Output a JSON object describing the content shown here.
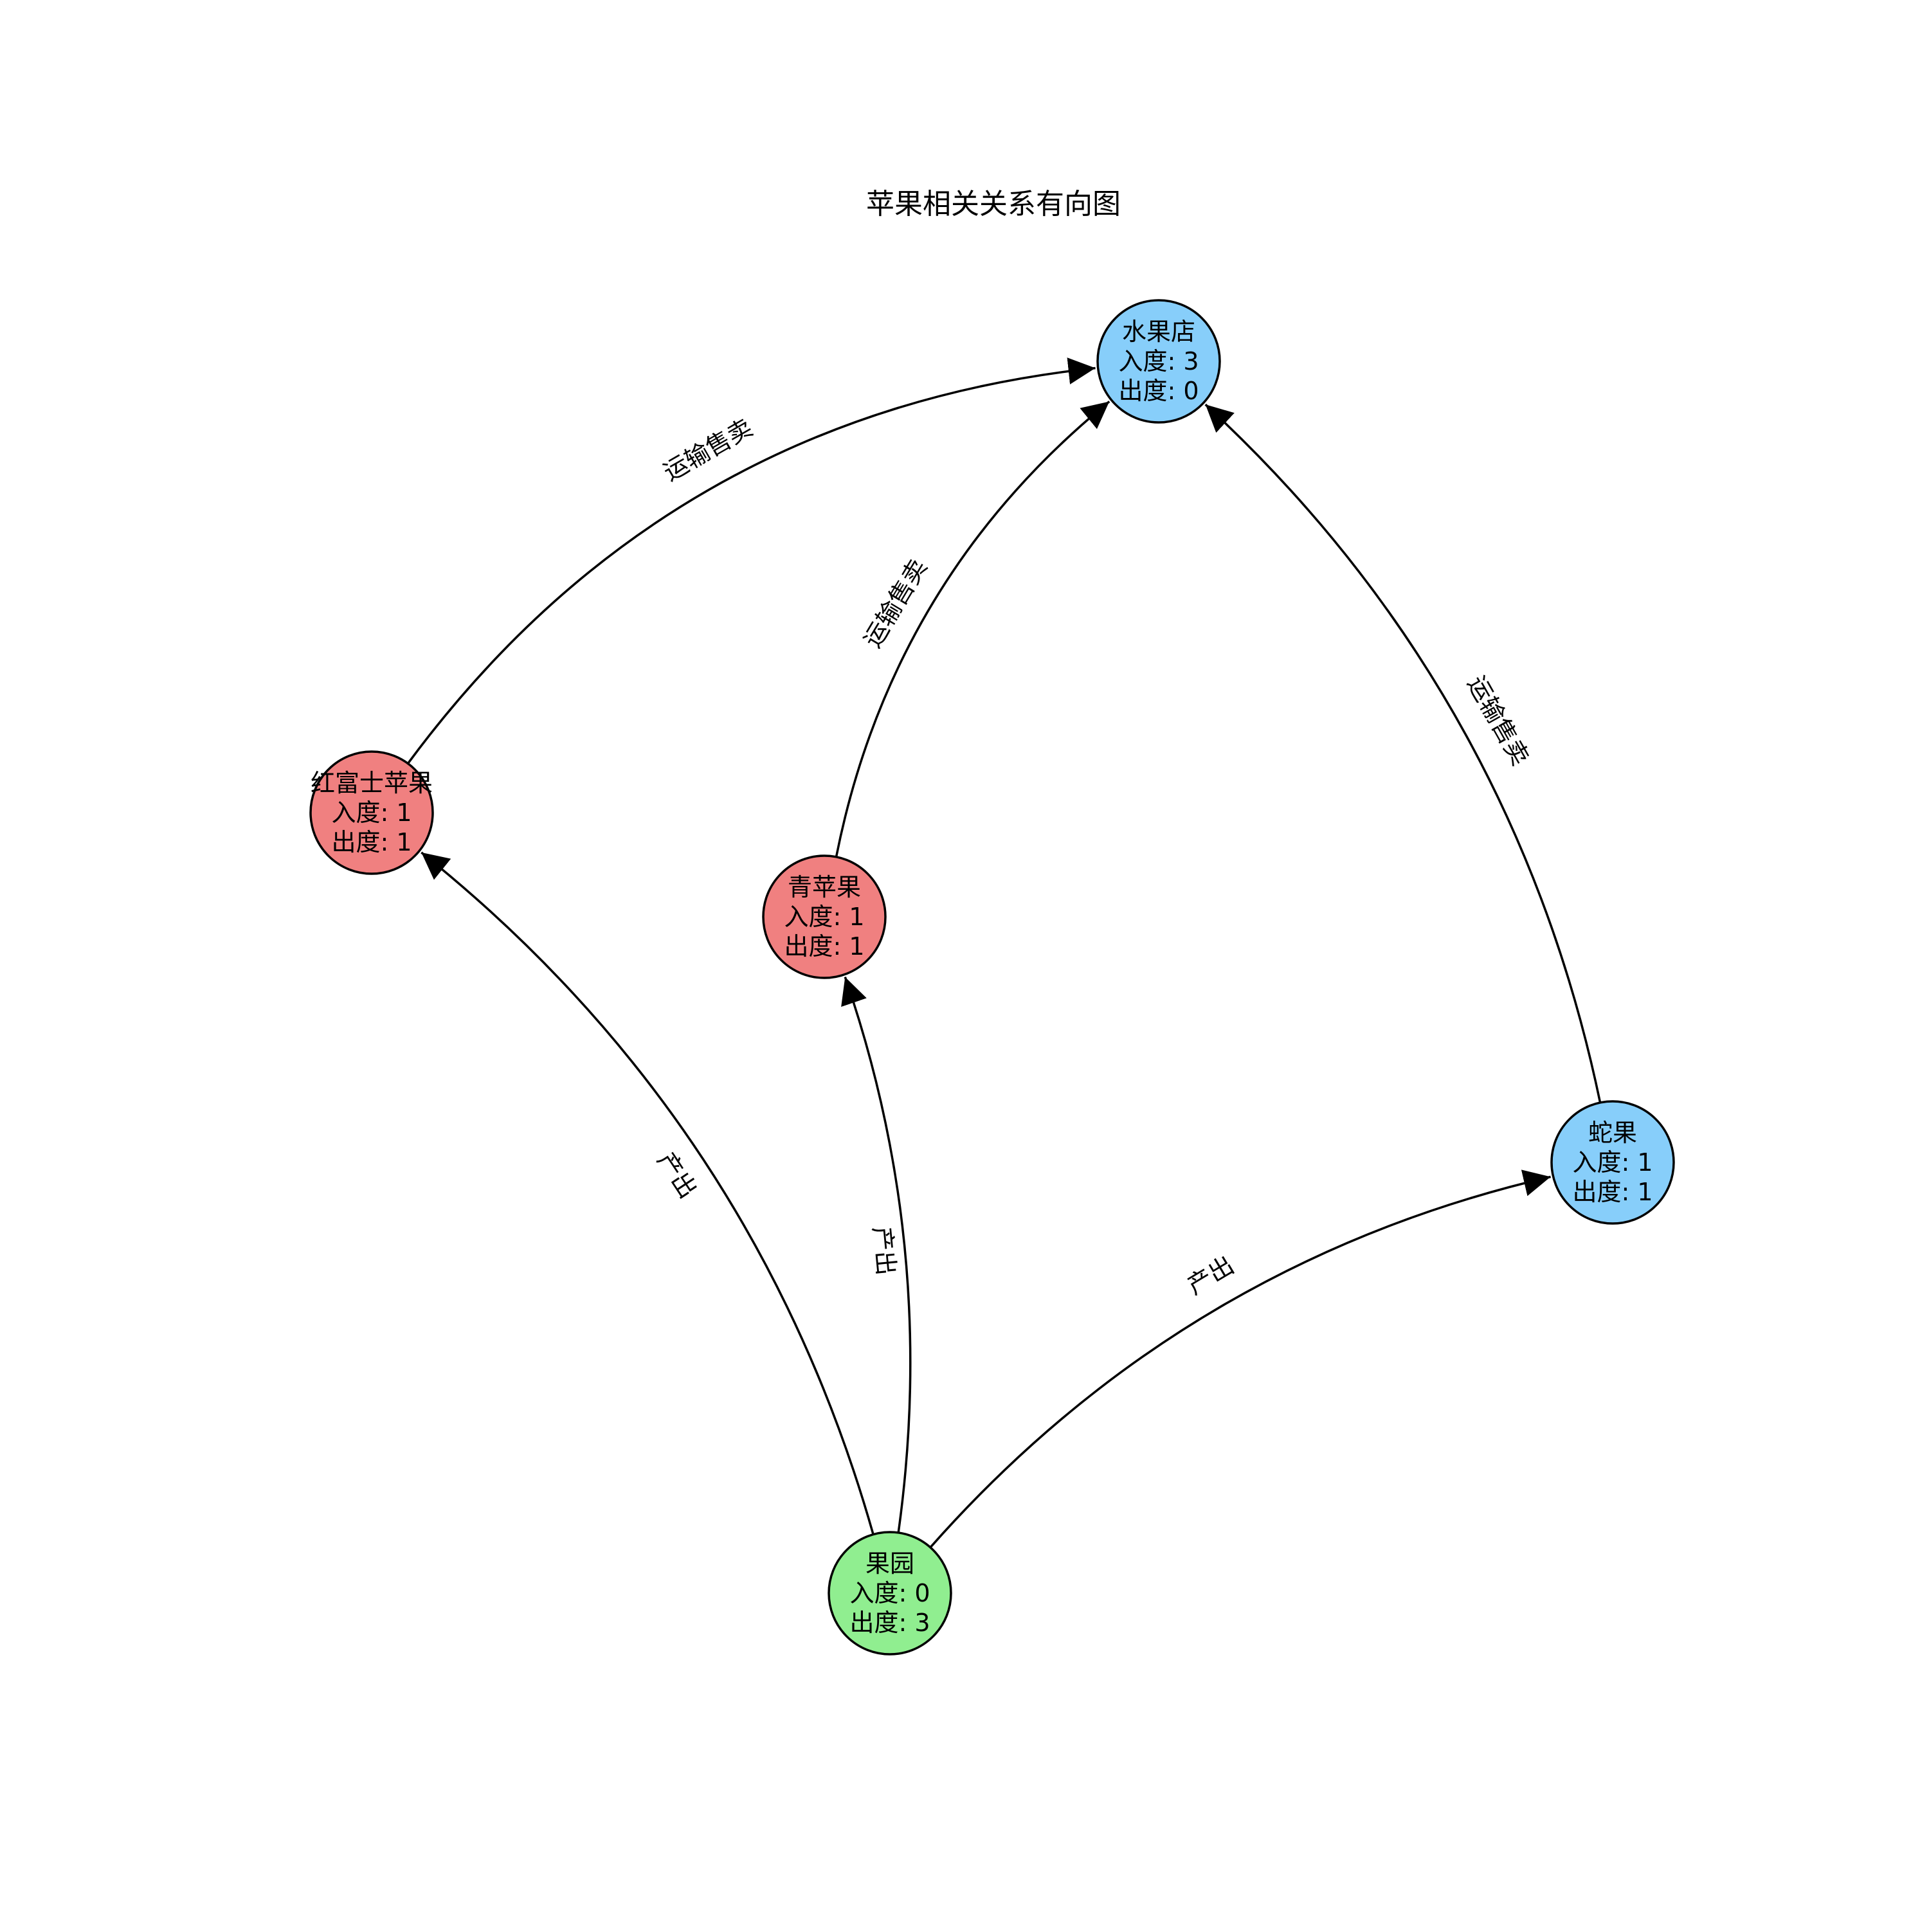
{
  "diagram": {
    "title": "苹果相关关系有向图",
    "colors": {
      "red": "#F08080",
      "blue": "#87CEFA",
      "green": "#90EE90",
      "edge": "#000000"
    },
    "nodes": [
      {
        "id": "shop",
        "name": "水果店",
        "in": "入度: 3",
        "out": "出度: 0",
        "color": "blue"
      },
      {
        "id": "fuji",
        "name": "红富士苹果",
        "in": "入度: 1",
        "out": "出度: 1",
        "color": "red"
      },
      {
        "id": "green",
        "name": "青苹果",
        "in": "入度: 1",
        "out": "出度: 1",
        "color": "red"
      },
      {
        "id": "snake",
        "name": "蛇果",
        "in": "入度: 1",
        "out": "出度: 1",
        "color": "blue"
      },
      {
        "id": "orchard",
        "name": "果园",
        "in": "入度: 0",
        "out": "出度: 3",
        "color": "green"
      }
    ],
    "edges": [
      {
        "from": "fuji",
        "to": "shop",
        "label": "运输售卖"
      },
      {
        "from": "green",
        "to": "shop",
        "label": "运输售卖"
      },
      {
        "from": "snake",
        "to": "shop",
        "label": "运输售卖"
      },
      {
        "from": "orchard",
        "to": "fuji",
        "label": "产出"
      },
      {
        "from": "orchard",
        "to": "green",
        "label": "产出"
      },
      {
        "from": "orchard",
        "to": "snake",
        "label": "产出"
      }
    ]
  }
}
